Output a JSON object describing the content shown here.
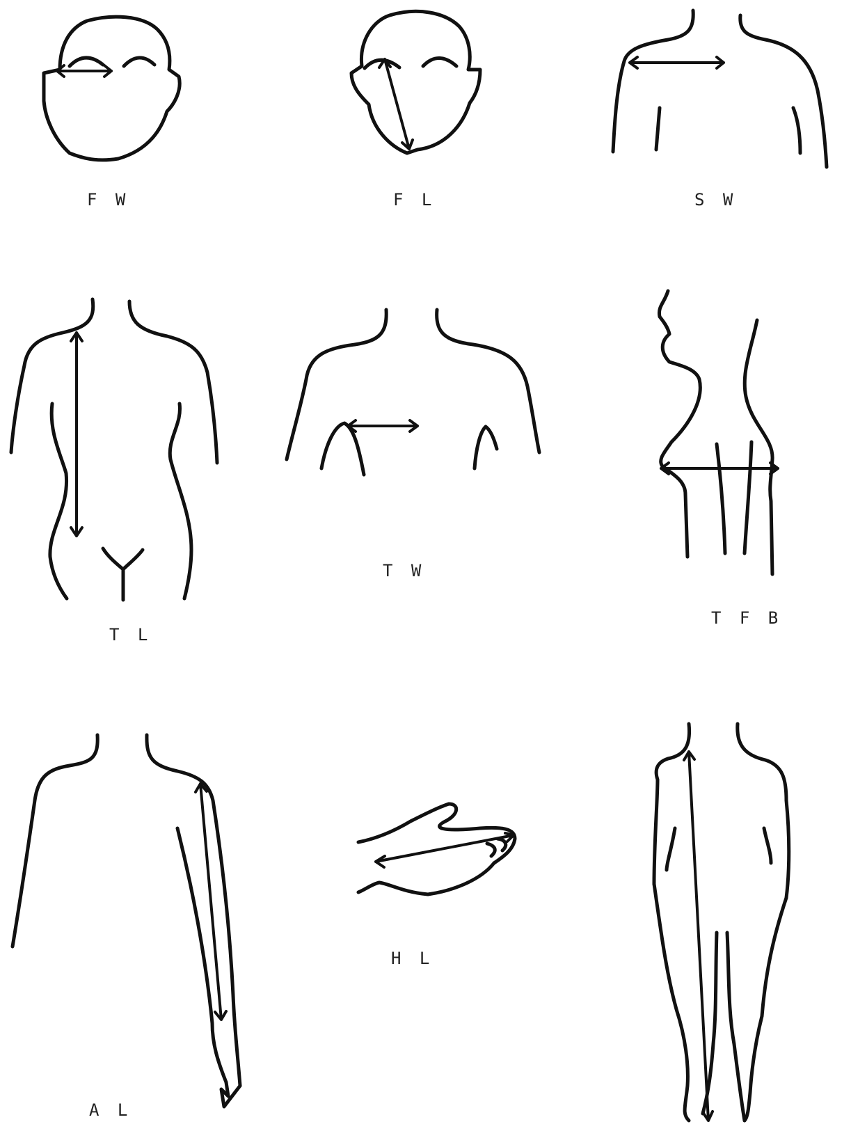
{
  "labels": {
    "fw": "F W",
    "fl": "F L",
    "sw": "S W",
    "tl": "T L",
    "tw": "T W",
    "tfb": "T F B",
    "al": "A L",
    "hl": "H L"
  },
  "colors": {
    "ink": "#111111",
    "paper": "#ffffff"
  }
}
